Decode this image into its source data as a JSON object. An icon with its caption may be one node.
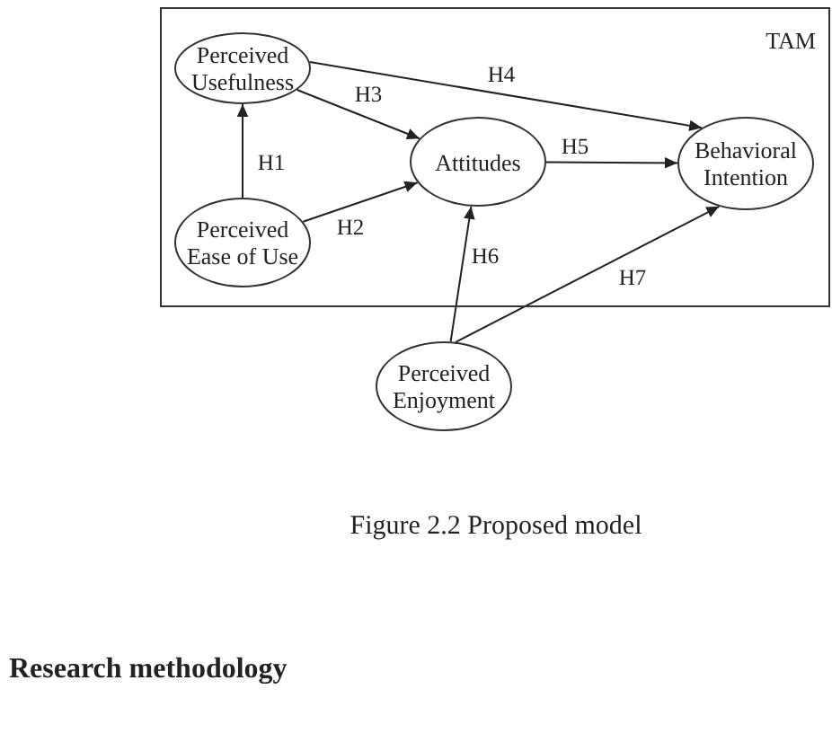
{
  "diagram": {
    "caption": "Figure 2.2 Proposed model",
    "nodes": [
      {
        "text": [
          "TAM"
        ]
      },
      {
        "text": [
          "Perceived Usefulness"
        ],
        "in": 0
      },
      {
        "text": [
          "Attitudes"
        ],
        "in": 0
      },
      {
        "text": [
          "Behavioral Intention"
        ],
        "in": 0
      },
      {
        "text": [
          "Perceived Ease of Use"
        ],
        "in": 0
      },
      {
        "text": [
          "Perceived Enjoyment"
        ]
      }
    ],
    "edges": [
      {
        "from": 4,
        "to": 1,
        "arrow": "to",
        "label": "H1"
      },
      {
        "from": 4,
        "to": 2,
        "arrow": "to",
        "label": "H2"
      },
      {
        "from": 1,
        "to": 2,
        "arrow": "to",
        "label": "H3"
      },
      {
        "from": 1,
        "to": 3,
        "arrow": "to",
        "label": "H4"
      },
      {
        "from": 2,
        "to": 3,
        "arrow": "to",
        "label": "H5"
      },
      {
        "from": 5,
        "to": 2,
        "arrow": "to",
        "label": "H6"
      },
      {
        "from": 5,
        "to": 3,
        "arrow": "to",
        "label": "H7"
      }
    ],
    "labels": [
      "Research methodology"
    ]
  }
}
